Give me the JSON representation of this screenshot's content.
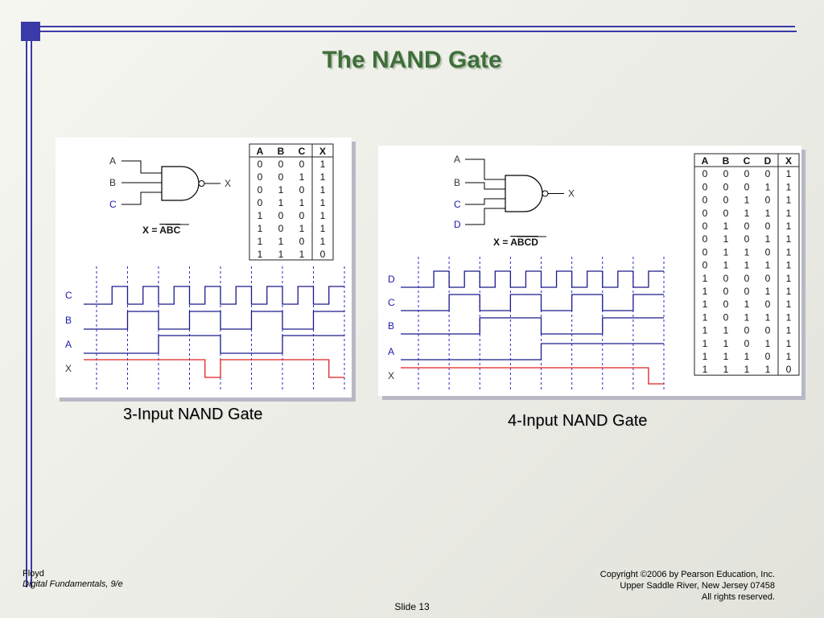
{
  "slide": {
    "title": "The NAND Gate",
    "footer_author": "Floyd",
    "footer_book": "Digital Fundamentals, 9/e",
    "footer_copyright": [
      "Copyright ©2006 by Pearson Education, Inc.",
      "Upper Saddle River, New Jersey 07458",
      "All rights reserved."
    ],
    "slide_number": "Slide 13"
  },
  "colors": {
    "accent": "#3a3aa8",
    "title": "#3f6f3a",
    "wave": "#1a1a8c",
    "output_wave": "#e02020",
    "grid": "#2a2acc"
  },
  "figure3": {
    "caption": "3-Input NAND Gate",
    "gate_inputs": [
      "A",
      "B",
      "C"
    ],
    "gate_output": "X",
    "expression_lhs": "X = ",
    "expression_bar": "ABC",
    "table_headers": [
      "A",
      "B",
      "C",
      "X"
    ],
    "table_rows": [
      [
        "0",
        "0",
        "0",
        "1"
      ],
      [
        "0",
        "0",
        "1",
        "1"
      ],
      [
        "0",
        "1",
        "0",
        "1"
      ],
      [
        "0",
        "1",
        "1",
        "1"
      ],
      [
        "1",
        "0",
        "0",
        "1"
      ],
      [
        "1",
        "0",
        "1",
        "1"
      ],
      [
        "1",
        "1",
        "0",
        "1"
      ],
      [
        "1",
        "1",
        "1",
        "0"
      ]
    ],
    "wave_labels": [
      "C",
      "B",
      "A",
      "X"
    ],
    "waves": {
      "C": [
        0,
        1,
        0,
        1,
        0,
        1,
        0,
        1,
        0,
        1,
        0,
        1,
        0,
        1,
        0,
        1
      ],
      "B": [
        0,
        0,
        1,
        1,
        0,
        0,
        1,
        1,
        0,
        0,
        1,
        1,
        0,
        0,
        1,
        1
      ],
      "A": [
        0,
        0,
        0,
        0,
        1,
        1,
        1,
        1,
        0,
        0,
        0,
        0,
        1,
        1,
        1,
        1
      ],
      "X": [
        1,
        1,
        1,
        1,
        1,
        1,
        1,
        0,
        1,
        1,
        1,
        1,
        1,
        1,
        1,
        0
      ]
    }
  },
  "figure4": {
    "caption": "4-Input NAND Gate",
    "gate_inputs": [
      "A",
      "B",
      "C",
      "D"
    ],
    "gate_output": "X",
    "expression_lhs": "X = ",
    "expression_bar": "ABCD",
    "table_headers": [
      "A",
      "B",
      "C",
      "D",
      "X"
    ],
    "table_rows": [
      [
        "0",
        "0",
        "0",
        "0",
        "1"
      ],
      [
        "0",
        "0",
        "0",
        "1",
        "1"
      ],
      [
        "0",
        "0",
        "1",
        "0",
        "1"
      ],
      [
        "0",
        "0",
        "1",
        "1",
        "1"
      ],
      [
        "0",
        "1",
        "0",
        "0",
        "1"
      ],
      [
        "0",
        "1",
        "0",
        "1",
        "1"
      ],
      [
        "0",
        "1",
        "1",
        "0",
        "1"
      ],
      [
        "0",
        "1",
        "1",
        "1",
        "1"
      ],
      [
        "1",
        "0",
        "0",
        "0",
        "1"
      ],
      [
        "1",
        "0",
        "0",
        "1",
        "1"
      ],
      [
        "1",
        "0",
        "1",
        "0",
        "1"
      ],
      [
        "1",
        "0",
        "1",
        "1",
        "1"
      ],
      [
        "1",
        "1",
        "0",
        "0",
        "1"
      ],
      [
        "1",
        "1",
        "0",
        "1",
        "1"
      ],
      [
        "1",
        "1",
        "1",
        "0",
        "1"
      ],
      [
        "1",
        "1",
        "1",
        "1",
        "0"
      ]
    ],
    "wave_labels": [
      "D",
      "C",
      "B",
      "A",
      "X"
    ],
    "waves": {
      "D": [
        0,
        1,
        0,
        1,
        0,
        1,
        0,
        1,
        0,
        1,
        0,
        1,
        0,
        1,
        0,
        1
      ],
      "C": [
        0,
        0,
        1,
        1,
        0,
        0,
        1,
        1,
        0,
        0,
        1,
        1,
        0,
        0,
        1,
        1
      ],
      "B": [
        0,
        0,
        0,
        0,
        1,
        1,
        1,
        1,
        0,
        0,
        0,
        0,
        1,
        1,
        1,
        1
      ],
      "A": [
        0,
        0,
        0,
        0,
        0,
        0,
        0,
        0,
        1,
        1,
        1,
        1,
        1,
        1,
        1,
        1
      ],
      "X": [
        1,
        1,
        1,
        1,
        1,
        1,
        1,
        1,
        1,
        1,
        1,
        1,
        1,
        1,
        1,
        0
      ]
    }
  }
}
